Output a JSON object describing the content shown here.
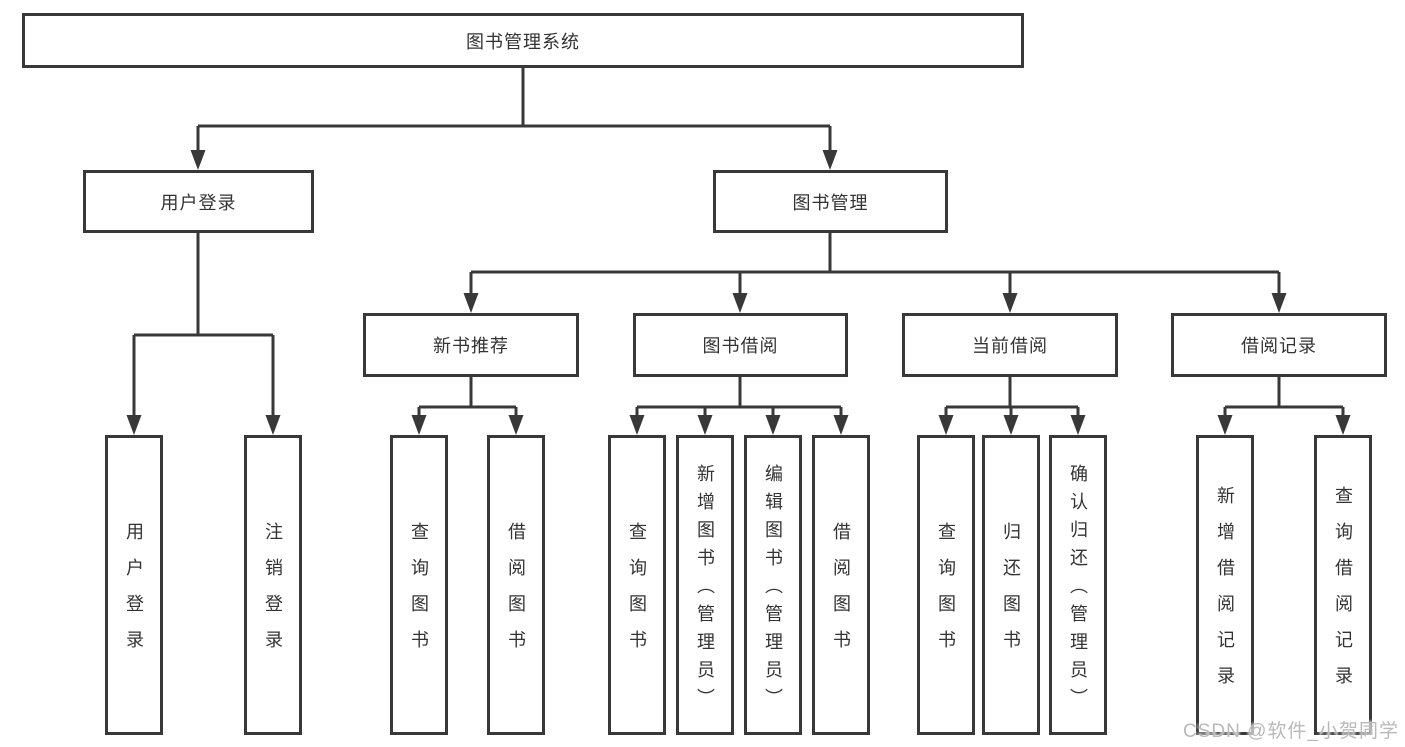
{
  "diagram": {
    "nodes": {
      "root": "图书管理系统",
      "user_login_branch": "用户登录",
      "book_mgmt_branch": "图书管理",
      "new_book_recommend": "新书推荐",
      "book_borrowing": "图书借阅",
      "current_borrowing": "当前借阅",
      "borrowing_records": "借阅记录",
      "leaf_user_login": "用户登录",
      "leaf_logout": "注销登录",
      "leaf_nb_query_books": "查询图书",
      "leaf_nb_borrow_books": "借阅图书",
      "leaf_bb_query_books": "查询图书",
      "leaf_bb_add_books_admin": "新增图书（管理员）",
      "leaf_bb_edit_books_admin": "编辑图书（管理员）",
      "leaf_bb_borrow_books": "借阅图书",
      "leaf_cb_query_books": "查询图书",
      "leaf_cb_return_books": "归还图书",
      "leaf_cb_confirm_return_admin": "确认归还（管理员）",
      "leaf_br_add_record": "新增借阅记录",
      "leaf_br_query_record": "查询借阅记录"
    },
    "colors": {
      "line": "#383838",
      "text": "#333333",
      "box_background": "#ffffff"
    }
  },
  "watermark": {
    "text": "CSDN @软件_小贺同学",
    "color": "#b9b9b9"
  }
}
